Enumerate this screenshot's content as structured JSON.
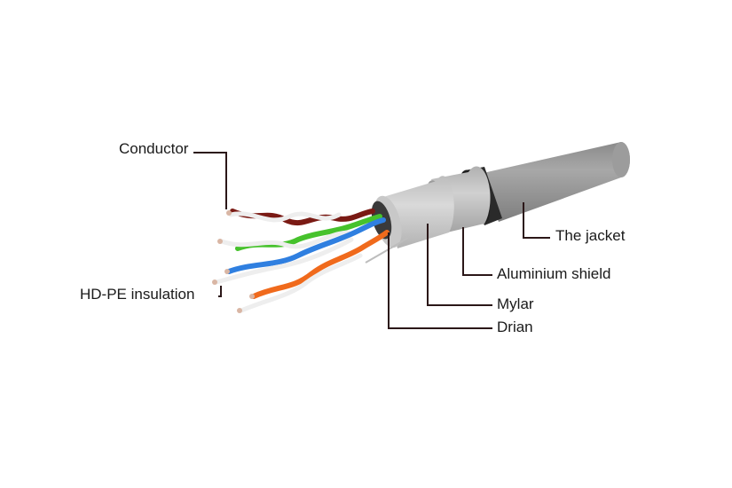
{
  "labels": {
    "conductor": "Conductor",
    "insulation": "HD-PE insulation",
    "jacket": "The jacket",
    "shield": "Aluminium shield",
    "mylar": "Mylar",
    "drain": "Drian"
  },
  "colors": {
    "leader": "#2b1718",
    "jacket": "#9a9a9a",
    "shield": "#c4c4c4",
    "mylar": "#d2d2d2",
    "inner": "#b8b8b8",
    "pair_brown": "#7a1a14",
    "pair_green": "#46c22c",
    "pair_blue": "#2f7fe0",
    "pair_orange": "#f06a1c",
    "white_wire": "#eeeeee",
    "copper": "#d9b6a4"
  }
}
